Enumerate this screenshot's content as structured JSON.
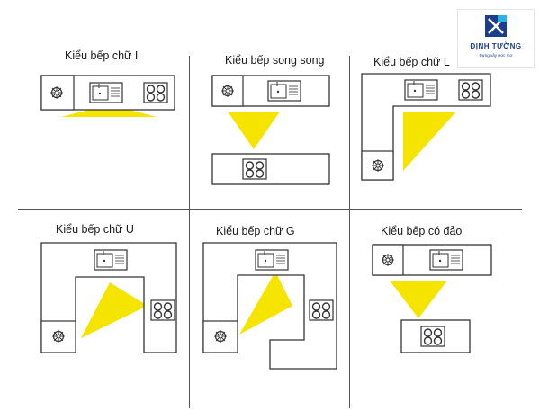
{
  "brand": {
    "name": "ĐỊNH TƯỜNG",
    "tagline": "Dựng xây ước mơ",
    "colors": {
      "primary": "#1c3d8f",
      "accent": "#2bb3e6"
    }
  },
  "layouts": [
    {
      "id": "i",
      "title": "Kiểu bếp chữ I"
    },
    {
      "id": "parallel",
      "title": "Kiểu bếp song song"
    },
    {
      "id": "l",
      "title": "Kiểu bếp chữ L"
    },
    {
      "id": "u",
      "title": "Kiểu bếp chữ U"
    },
    {
      "id": "g",
      "title": "Kiểu bếp chữ G"
    },
    {
      "id": "island",
      "title": "Kiểu bếp có đảo"
    }
  ],
  "colors": {
    "triangle": "#f4e400",
    "outline": "#333333",
    "counter_fill": "#ffffff"
  }
}
